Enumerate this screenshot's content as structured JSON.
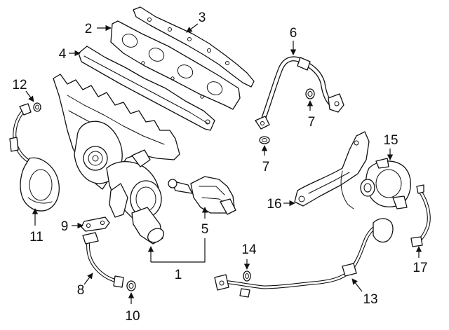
{
  "diagram": {
    "colors": {
      "ink": "#111111",
      "background": "#ffffff"
    },
    "callouts": [
      {
        "id": "c1",
        "number": "1"
      },
      {
        "id": "c2",
        "number": "2"
      },
      {
        "id": "c3",
        "number": "3"
      },
      {
        "id": "c4",
        "number": "4"
      },
      {
        "id": "c5",
        "number": "5"
      },
      {
        "id": "c6",
        "number": "6"
      },
      {
        "id": "c7a",
        "number": "7"
      },
      {
        "id": "c7b",
        "number": "7"
      },
      {
        "id": "c8",
        "number": "8"
      },
      {
        "id": "c9",
        "number": "9"
      },
      {
        "id": "c10",
        "number": "10"
      },
      {
        "id": "c11",
        "number": "11"
      },
      {
        "id": "c12",
        "number": "12"
      },
      {
        "id": "c13",
        "number": "13"
      },
      {
        "id": "c14",
        "number": "14"
      },
      {
        "id": "c15",
        "number": "15"
      },
      {
        "id": "c16",
        "number": "16"
      },
      {
        "id": "c17",
        "number": "17"
      }
    ]
  }
}
